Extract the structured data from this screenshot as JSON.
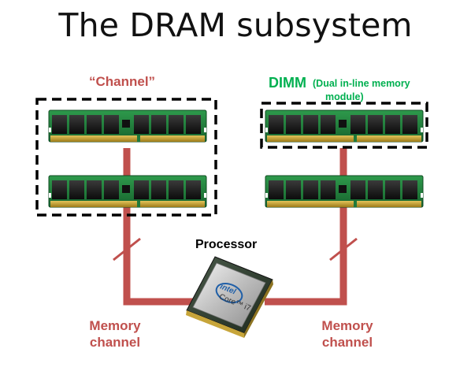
{
  "slide": {
    "title": "The DRAM subsystem",
    "channel_label": "“Channel”",
    "dimm_label": "DIMM",
    "dimm_expansion_line1": "(Dual in-line memory",
    "dimm_expansion_line2": "module)",
    "processor_label": "Processor",
    "memory_channel_left": [
      "Memory",
      "channel"
    ],
    "memory_channel_right": [
      "Memory",
      "channel"
    ],
    "chip_brand": "intel",
    "chip_model": "Core™ i7"
  },
  "colors": {
    "bus": "#c0504d",
    "dimm_green": "#00b050",
    "pcb": "#1f7a3a",
    "dram_chip": "#1a1a1a",
    "gold_contacts": "#c9a227"
  }
}
